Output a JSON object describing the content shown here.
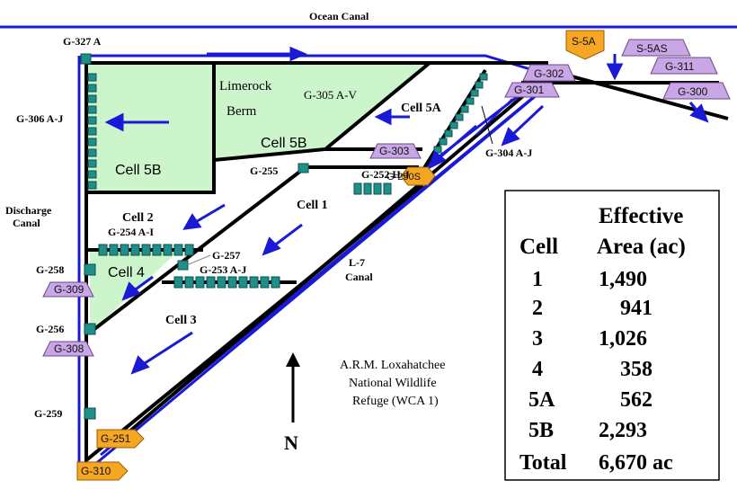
{
  "labels": {
    "ocean_canal": "Ocean Canal",
    "g327a": "G-327 A",
    "g306": "G-306 A-J",
    "discharge_canal_1": "Discharge",
    "discharge_canal_2": "Canal",
    "g258": "G-258",
    "g256": "G-256",
    "g259": "G-259",
    "limerock_1": "Limerock",
    "limerock_2": "Berm",
    "g305": "G-305 A-V",
    "cell5a": "Cell  5A",
    "cell5b_left": "Cell  5B",
    "cell5b_right": "Cell  5B",
    "g255": "G-255",
    "g252": "G-252 H-J",
    "g304": "G-304 A-J",
    "cell1": "Cell 1",
    "cell2": "Cell 2",
    "g254": "G-254 A-I",
    "g257": "G-257",
    "g253": "G-253 A-J",
    "cell4": "Cell 4",
    "cell3": "Cell 3",
    "l7_1": "L-7",
    "l7_2": "Canal",
    "refuge_1": "A.R.M. Loxahatchee",
    "refuge_2": "National Wildlife",
    "refuge_3": "Refuge (WCA 1)",
    "north": "N"
  },
  "structures": {
    "s5a": "S-5A",
    "s5as": "S-5AS",
    "g302": "G-302",
    "g311": "G-311",
    "g301": "G-301",
    "g300": "G-300",
    "g303": "G-303",
    "g250s": "G-250S",
    "g309": "G-309",
    "g308": "G-308",
    "g251": "G-251",
    "g310": "G-310"
  },
  "table": {
    "header_effective": "Effective",
    "header_cell": "Cell",
    "header_area": "Area (ac)",
    "rows": [
      {
        "cell": "1",
        "area": "1,490"
      },
      {
        "cell": "2",
        "area": "941"
      },
      {
        "cell": "3",
        "area": "1,026"
      },
      {
        "cell": "4",
        "area": "358"
      },
      {
        "cell": "5A",
        "area": "562"
      },
      {
        "cell": "5B",
        "area": "2,293"
      },
      {
        "cell": "Total",
        "area": "6,670 ac"
      }
    ]
  },
  "colors": {
    "canal_blue": "#1a1ad6",
    "levee_black": "#000000",
    "cell_fill": "#ccf5cc",
    "gate_teal": "#1f8f8a",
    "pump_orange": "#f5a623",
    "structure_purple": "#c9a6e6"
  }
}
